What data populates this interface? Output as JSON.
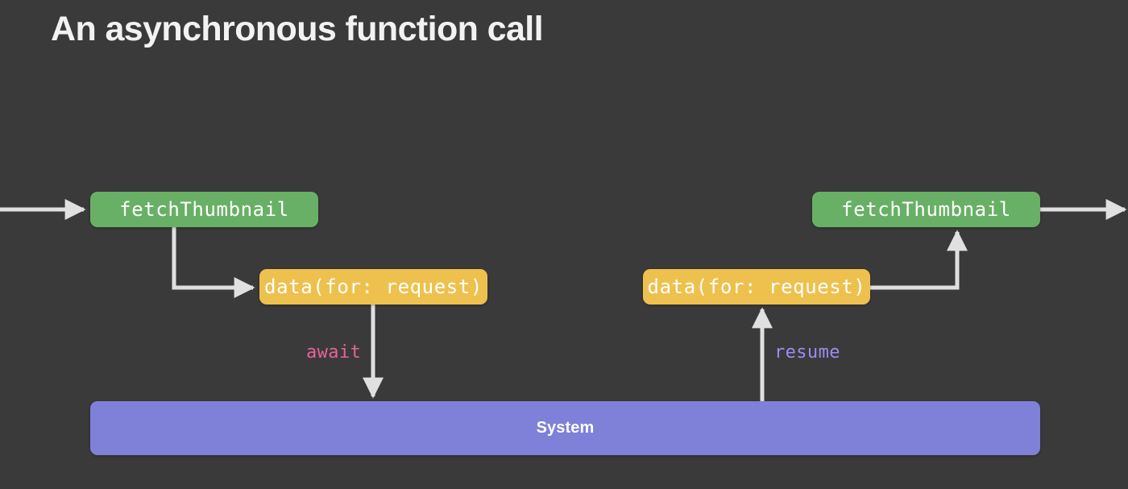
{
  "slide": {
    "title": "An asynchronous function call",
    "background_color": "#3a3a3a"
  },
  "colors": {
    "background": "#3a3a3a",
    "title_text": "#f2f2f2",
    "green_node": "#68b065",
    "yellow_node": "#eec14e",
    "purple_node": "#7f80d8",
    "node_text": "#ffffff",
    "connector": "#e0e0e0",
    "await_label": "#e8639b",
    "resume_label": "#9e8cf0"
  },
  "nodes": {
    "fetch_left": {
      "label": "fetchThumbnail",
      "color": "green"
    },
    "fetch_right": {
      "label": "fetchThumbnail",
      "color": "green"
    },
    "data_left": {
      "label": "data(for: request)",
      "color": "yellow"
    },
    "data_right": {
      "label": "data(for: request)",
      "color": "yellow"
    },
    "system": {
      "label": "System",
      "color": "purple"
    }
  },
  "edge_labels": {
    "await": "await",
    "resume": "resume"
  },
  "connectors": [
    {
      "name": "incoming-call-arrow",
      "from": "offscreen-left",
      "to": "fetch_left"
    },
    {
      "name": "fetch-left-to-data-left",
      "from": "fetch_left",
      "to": "data_left"
    },
    {
      "name": "await-suspend-arrow",
      "from": "data_left",
      "to": "system",
      "label": "await"
    },
    {
      "name": "resume-arrow",
      "from": "system",
      "to": "data_right",
      "label": "resume"
    },
    {
      "name": "data-right-to-fetch-right",
      "from": "data_right",
      "to": "fetch_right"
    },
    {
      "name": "outgoing-return-arrow",
      "from": "fetch_right",
      "to": "offscreen-right"
    }
  ]
}
